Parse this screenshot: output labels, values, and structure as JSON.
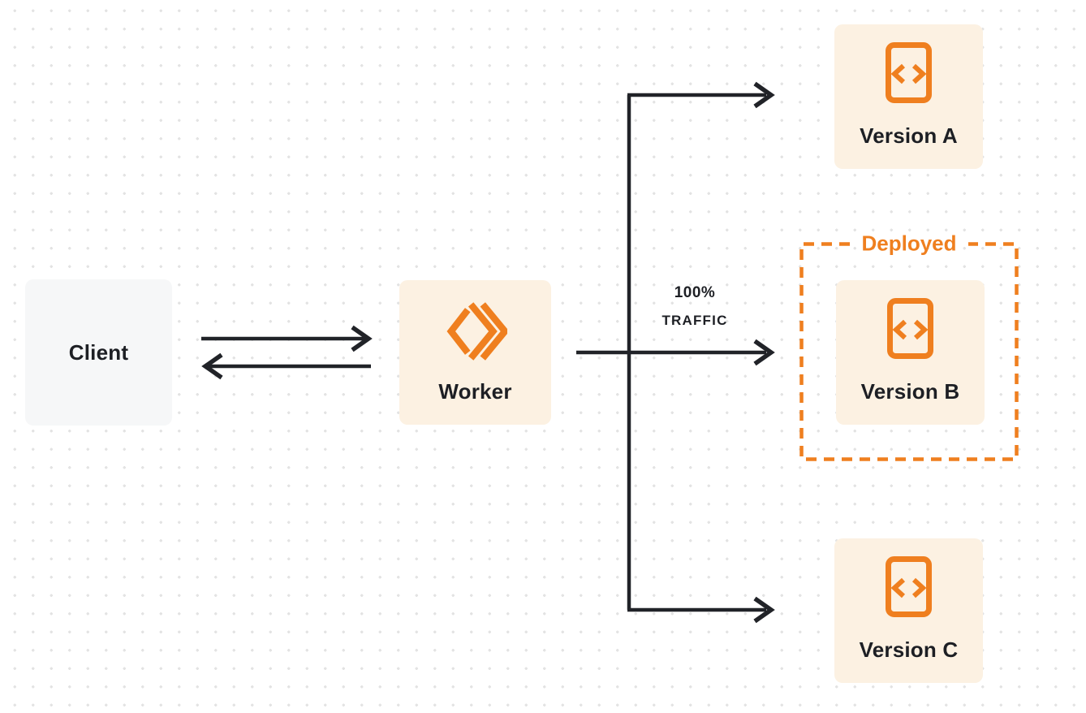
{
  "canvas": {
    "background": "#ffffff",
    "dot_color": "#e3e3e3"
  },
  "colors": {
    "accent_orange": "#ef7f1f",
    "node_cream_fill": "#fcf1e2",
    "node_gray_fill": "#f6f7f8",
    "arrow_stroke": "#212328",
    "text_dark": "#1d1f24"
  },
  "nodes": {
    "client": {
      "label": "Client"
    },
    "worker": {
      "label": "Worker",
      "icon": "workers-logo-icon"
    },
    "version_a": {
      "label": "Version A",
      "icon": "code-file-icon"
    },
    "version_b": {
      "label": "Version B",
      "icon": "code-file-icon"
    },
    "version_c": {
      "label": "Version C",
      "icon": "code-file-icon"
    }
  },
  "annotations": {
    "deployed": {
      "label": "Deployed"
    },
    "traffic": {
      "line1": "100%",
      "line2": "TRAFFIC"
    }
  }
}
